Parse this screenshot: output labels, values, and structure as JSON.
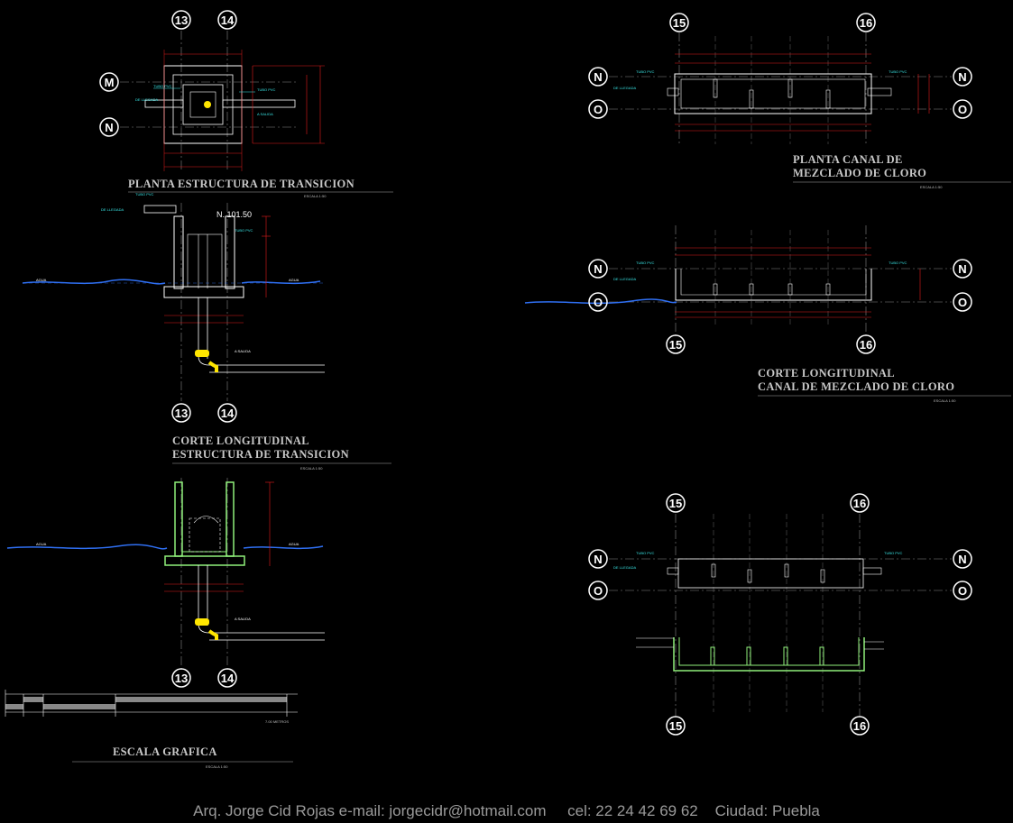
{
  "drawing": {
    "titles": {
      "plan_transition": "PLANTA ESTRUCTURA DE TRANSICION",
      "section_transition_1": "CORTE LONGITUDINAL",
      "section_transition_2": "ESTRUCTURA DE TRANSICION",
      "plan_channel_1": "PLANTA CANAL DE",
      "plan_channel_2": "MEZCLADO DE CLORO",
      "section_channel_1": "CORTE LONGITUDINAL",
      "section_channel_2": "CANAL DE MEZCLADO DE CLORO",
      "scale_bar": "ESCALA GRAFICA"
    },
    "scale_labels": {
      "plan_transition": "ESCALA 1:50",
      "section_transition": "ESCALA 1:50",
      "plan_channel": "ESCALA 1:50",
      "section_channel": "ESCALA 1:50",
      "scale_bar": "ESCALA 1:50",
      "bar_end": "7.00 METROS"
    },
    "grid_bubbles": {
      "g13": "13",
      "g14": "14",
      "g15": "15",
      "g16": "16",
      "gM": "M",
      "gN": "N",
      "gO": "O"
    },
    "level_label": "N. 101.50",
    "small_labels": {
      "tubo": "TUBO PVC",
      "llegada": "DE LLEGADA",
      "agua": "AGUA",
      "salida": "A SALIDA"
    }
  },
  "footer": {
    "text": "Arq. Jorge Cid Rojas e-mail: jorgecidr@hotmail.com     cel: 22 24 42 69 62    Ciudad: Puebla"
  }
}
